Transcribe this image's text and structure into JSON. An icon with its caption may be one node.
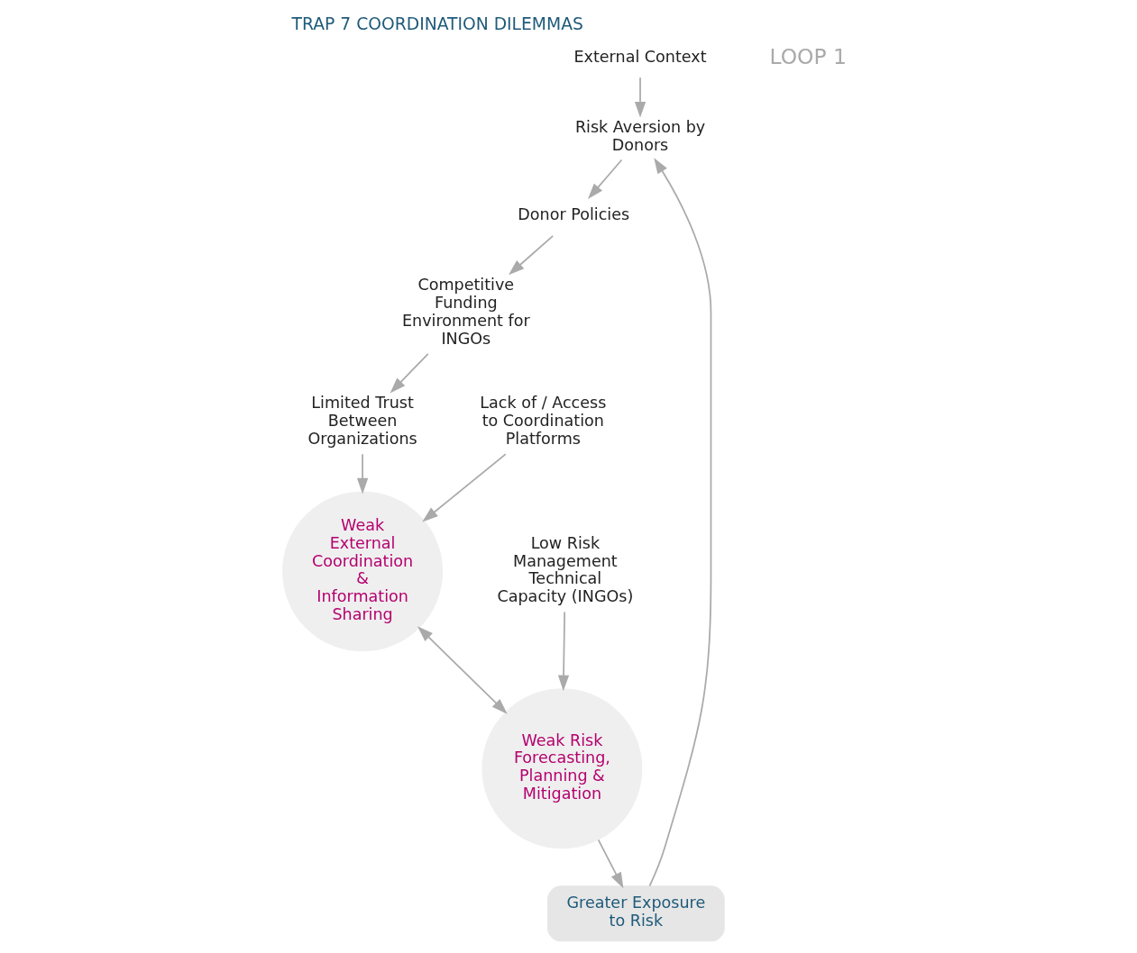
{
  "diagram": {
    "title": "TRAP 7 COORDINATION DILEMMAS",
    "nodes": [
      {
        "text": [
          "External Context"
        ]
      },
      {
        "text": [
          "Risk Aversion by Donors"
        ]
      },
      {
        "text": [
          "Donor Policies"
        ]
      },
      {
        "text": [
          "Competitive Funding Environment for INGOs"
        ]
      },
      {
        "text": [
          "Limited Trust Between Organizations"
        ]
      },
      {
        "text": [
          "Weak External Coordination & Information Sharing"
        ]
      },
      {
        "text": [
          "Lack of / Access to Coordination Platforms"
        ]
      },
      {
        "text": [
          "Weak Risk Forecasting, Planning & Mitigation"
        ]
      },
      {
        "text": [
          "Low Risk Management Technical Capacity (INGOs)"
        ]
      },
      {
        "text": [
          "Greater Exposure to Risk"
        ]
      }
    ],
    "edges": [
      {
        "from": 0,
        "to": 1,
        "arrow": "to"
      },
      {
        "from": 1,
        "to": 2,
        "arrow": "to"
      },
      {
        "from": 2,
        "to": 3,
        "arrow": "to"
      },
      {
        "from": 3,
        "to": 4,
        "arrow": "to"
      },
      {
        "from": 4,
        "to": 5,
        "arrow": "to"
      },
      {
        "from": 6,
        "to": 5,
        "arrow": "to"
      },
      {
        "from": 5,
        "to": 7,
        "arrow": "both"
      },
      {
        "from": 8,
        "to": 7,
        "arrow": "to"
      },
      {
        "from": 7,
        "to": 9,
        "arrow": "to"
      },
      {
        "from": 9,
        "to": 1,
        "arrow": "to"
      }
    ],
    "labels": [
      "LOOP 1"
    ]
  }
}
